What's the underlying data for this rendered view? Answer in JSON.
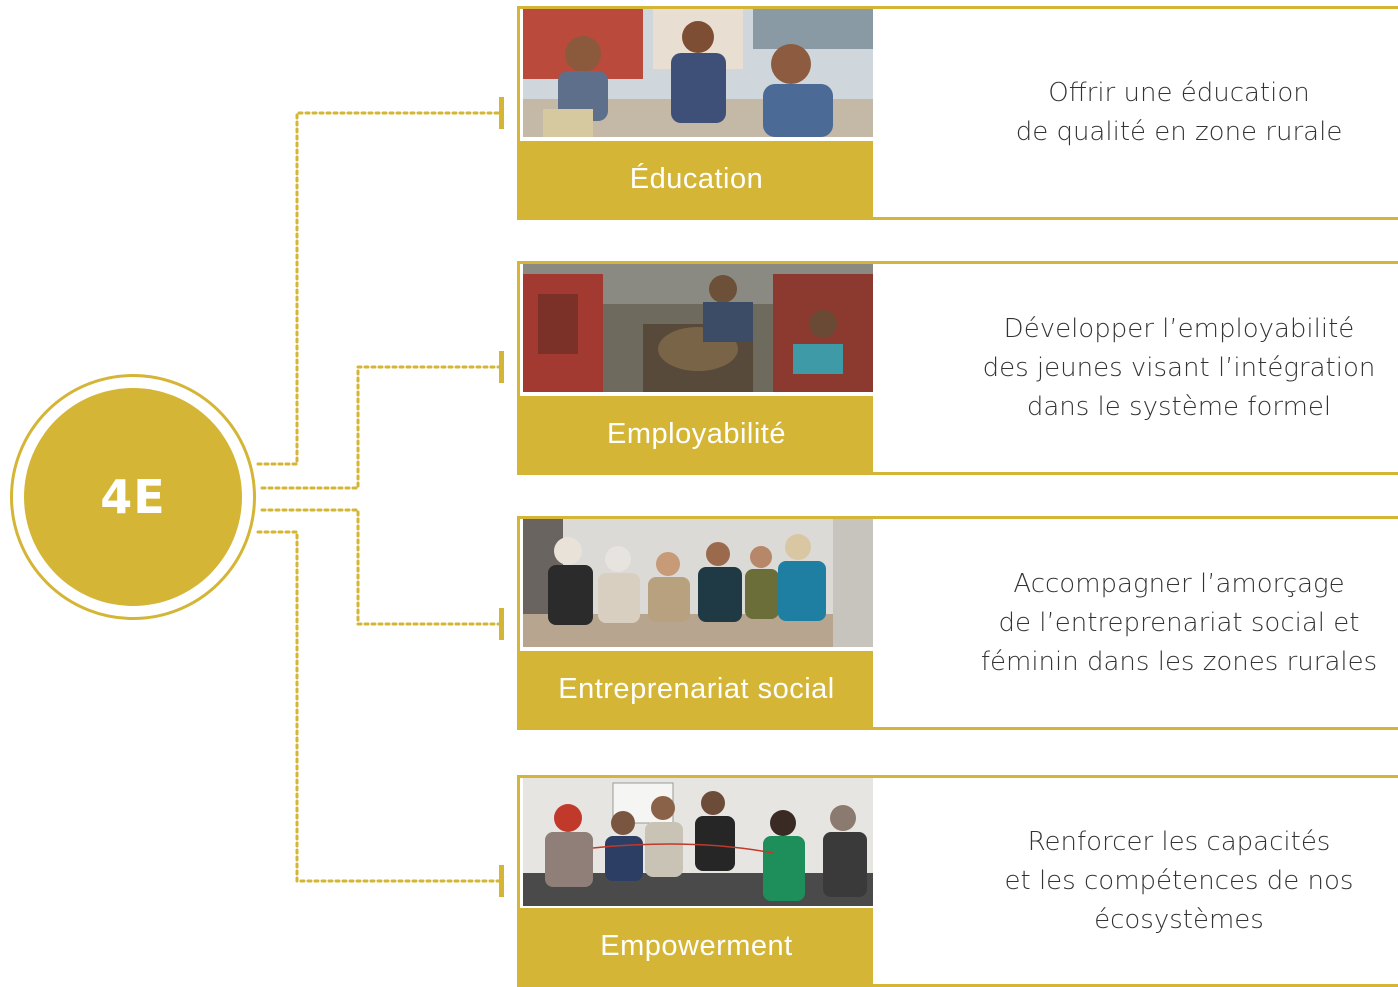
{
  "hub": {
    "label": "4E"
  },
  "colors": {
    "accent": "#d4b536",
    "text": "#333333",
    "label_text": "#ffffff"
  },
  "pillars": [
    {
      "label": "Éducation",
      "description": [
        "Offrir une éducation",
        "de qualité en zone rurale"
      ],
      "photo": "children-classroom-photo"
    },
    {
      "label": "Employabilité",
      "description": [
        "Développer l’employabilité",
        "des jeunes visant l’intégration",
        "dans le système formel"
      ],
      "photo": "workshop-training-photo"
    },
    {
      "label": "Entreprenariat social",
      "description": [
        "Accompagner l’amorçage",
        "de l’entreprenariat social et",
        "féminin dans les zones rurales"
      ],
      "photo": "women-cooperative-photo"
    },
    {
      "label": "Empowerment",
      "description": [
        "Renforcer les capacités",
        "et les compétences de nos",
        "écosystèmes"
      ],
      "photo": "group-workshop-photo"
    }
  ]
}
